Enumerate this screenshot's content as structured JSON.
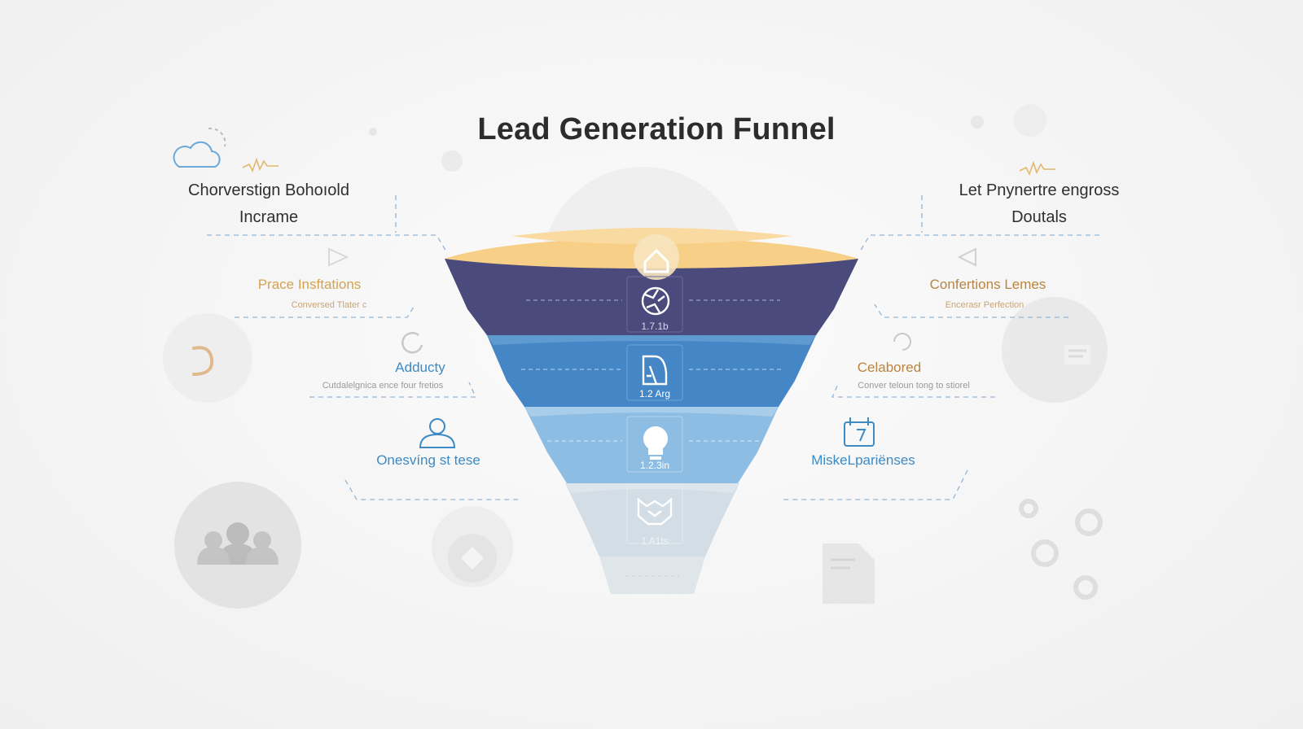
{
  "title": "Lead Generation Funnel",
  "left": {
    "top_line1": "Chorverstign Bohoıold",
    "top_line2": "Incrame",
    "item1": "Prace Insftations",
    "item1_sub": "Conversed Tlater c",
    "item2": "Adducty",
    "item2_sub": "Cutdalelgnica ence four fretios",
    "item3": "Onesvíng st tese"
  },
  "right": {
    "top_line1": "Let Pnynertre engross",
    "top_line2": "Doutals",
    "item1": "Confertions Lemes",
    "item1_sub": "Encerasr Perfection",
    "item2": "Celabored",
    "item2_sub": "Conver teloun tong to stiorel",
    "item3": "MiskeLpariënses"
  },
  "stages": [
    {
      "value": "1.7.1b",
      "icon": "globe-icon",
      "color": "#4a4a7c"
    },
    {
      "value": "1.2 Arg",
      "icon": "document-chart-icon",
      "color": "#4587c6"
    },
    {
      "value": "1.2.3in",
      "icon": "lightbulb-icon",
      "color": "#8ebde3"
    },
    {
      "value": "1 A1ts",
      "icon": "handshake-icon",
      "color": "#d2dde6"
    },
    {
      "value": "",
      "icon": "",
      "color": "#dfe6ea"
    }
  ],
  "colors": {
    "gold": "#f7cf86",
    "navy": "#4a4a7c",
    "blue": "#4587c6",
    "light_blue": "#8ebde3"
  }
}
